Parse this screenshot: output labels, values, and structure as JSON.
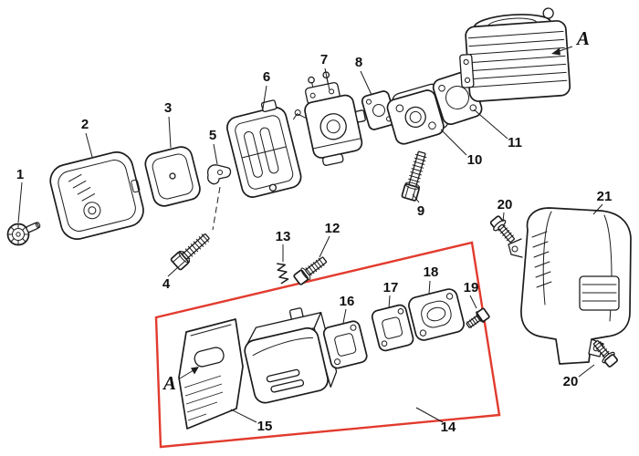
{
  "diagram": {
    "type": "exploded-parts-diagram",
    "background_color": "#ffffff",
    "line_color": "#1c1c1c",
    "highlight_box_color": "#e23b2e",
    "callouts": [
      {
        "label": "1",
        "points_to": "cover-knob"
      },
      {
        "label": "2",
        "points_to": "air-filter-cover"
      },
      {
        "label": "3",
        "points_to": "air-filter-element"
      },
      {
        "label": "4",
        "points_to": "screw"
      },
      {
        "label": "5",
        "points_to": "lever-bracket"
      },
      {
        "label": "6",
        "points_to": "filter-base-plate"
      },
      {
        "label": "7",
        "points_to": "carburetor"
      },
      {
        "label": "8",
        "points_to": "carburetor-gasket"
      },
      {
        "label": "9",
        "points_to": "bolt"
      },
      {
        "label": "10",
        "points_to": "insulator-block"
      },
      {
        "label": "11",
        "points_to": "cylinder-gasket"
      },
      {
        "label": "12",
        "points_to": "screw"
      },
      {
        "label": "13",
        "points_to": "spring"
      },
      {
        "label": "14",
        "points_to": "muffler-assembly"
      },
      {
        "label": "15",
        "points_to": "heat-shield-plate"
      },
      {
        "label": "16",
        "points_to": "muffler-gasket"
      },
      {
        "label": "17",
        "points_to": "gasket"
      },
      {
        "label": "18",
        "points_to": "cover-plate"
      },
      {
        "label": "19",
        "points_to": "screw"
      },
      {
        "label": "20",
        "points_to": "cover-screw-top"
      },
      {
        "label": "21",
        "points_to": "engine-cover"
      },
      {
        "label": "20",
        "points_to": "cover-screw-bottom"
      }
    ],
    "section_marks": [
      {
        "label": "A",
        "location": "cylinder"
      },
      {
        "label": "A",
        "location": "heat-shield"
      }
    ]
  }
}
